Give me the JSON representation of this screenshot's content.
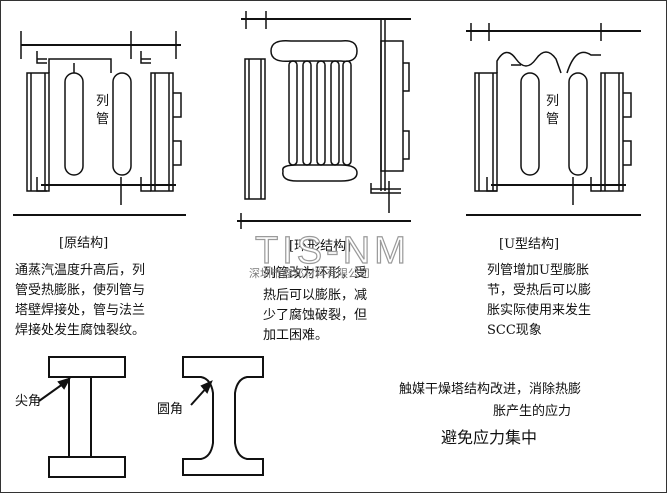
{
  "panels": {
    "original": {
      "label": "列管",
      "caption": "[原结构]",
      "desc": [
        "通蒸汽温度升高后，列",
        "管受热膨胀，使列管与",
        "塔壁焊接处，管与法兰",
        "焊接处发生腐蚀裂纹。"
      ]
    },
    "ring": {
      "caption": "[环形结构]",
      "desc": [
        "列管改为环形，受",
        "热后可以膨胀，减",
        "少了腐蚀破裂，但",
        "加工困难。"
      ]
    },
    "u_type": {
      "label": "列管",
      "caption": "[U型结构]",
      "desc": [
        "列管增加U型膨胀",
        "节，受热后可以膨",
        "胀实际使用来发生",
        "SCC现象"
      ]
    }
  },
  "beams": {
    "sharp_label": "尖角",
    "round_label": "圆角"
  },
  "summary": {
    "line1": "触媒干燥塔结构改进，消除热膨",
    "line2": "胀产生的应力",
    "headline": "避免应力集中"
  },
  "watermark": {
    "logo": "TIS-NM",
    "company": "深圳市鑫邦材料有限公司"
  }
}
